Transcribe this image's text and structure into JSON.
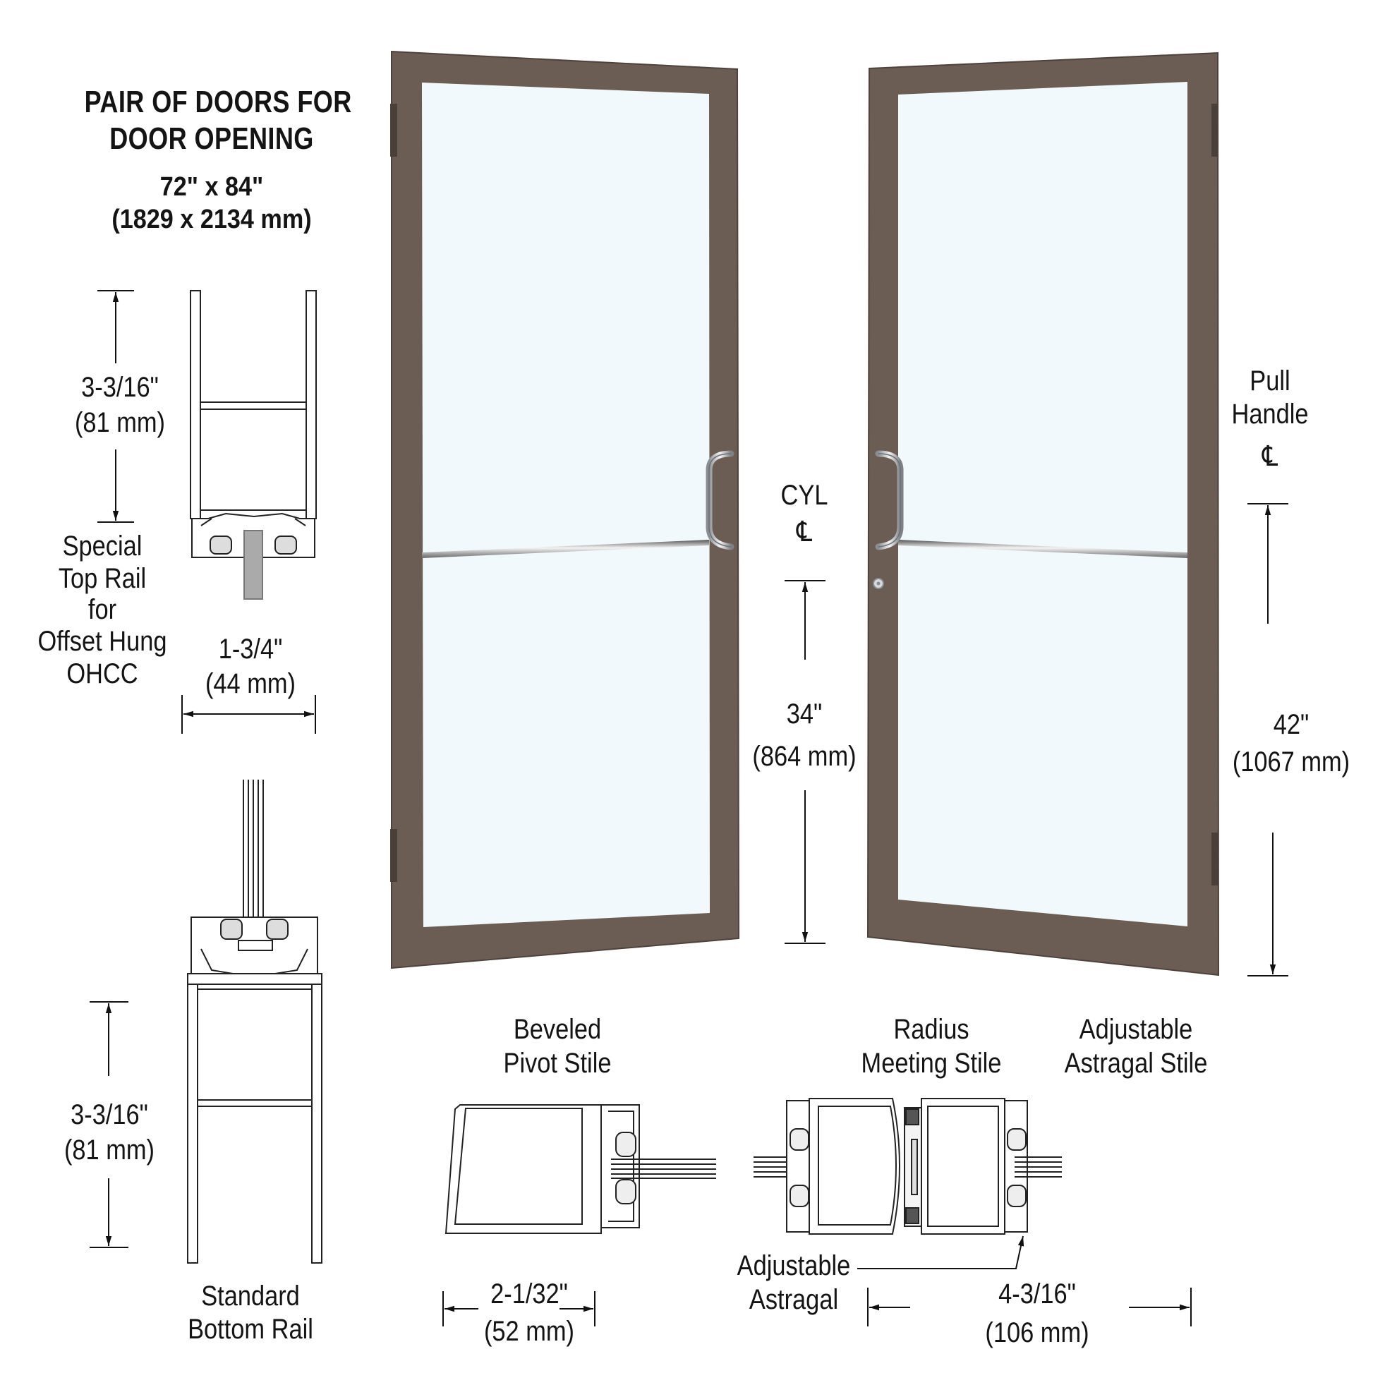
{
  "title": {
    "line1": "PAIR OF DOORS FOR",
    "line2": "DOOR OPENING",
    "size_in": "72\" x 84\"",
    "size_mm": "(1829 x 2134 mm)"
  },
  "colors": {
    "frame_bronze": "#6b5d53",
    "frame_edge": "#4e433c",
    "glass": "#f2f9fc",
    "line": "#1a1a1a",
    "hardware": "#c9cdd0"
  },
  "top_rail": {
    "height_in": "3-3/16\"",
    "height_mm": "(81 mm)",
    "label": [
      "Special",
      "Top Rail",
      "for",
      "Offset Hung",
      "OHCC"
    ],
    "width_in": "1-3/4\"",
    "width_mm": "(44 mm)"
  },
  "bottom_rail": {
    "height_in": "3-3/16\"",
    "height_mm": "(81 mm)",
    "label": [
      "Standard",
      "Bottom Rail"
    ]
  },
  "cylinder": {
    "label": "CYL",
    "centerline_symbol": "℄",
    "height_in": "34\"",
    "height_mm": "(864 mm)"
  },
  "pull_handle": {
    "label": [
      "Pull",
      "Handle"
    ],
    "centerline_symbol": "℄",
    "height_in": "42\"",
    "height_mm": "(1067 mm)"
  },
  "pivot_stile": {
    "label": [
      "Beveled",
      "Pivot Stile"
    ],
    "width_in": "2-1/32\"",
    "width_mm": "(52 mm)"
  },
  "meeting_stile": {
    "label": [
      "Radius",
      "Meeting Stile"
    ]
  },
  "astragal_stile": {
    "label": [
      "Adjustable",
      "Astragal Stile"
    ]
  },
  "astragal": {
    "label": [
      "Adjustable",
      "Astragal"
    ],
    "width_in": "4-3/16\"",
    "width_mm": "(106 mm)"
  }
}
